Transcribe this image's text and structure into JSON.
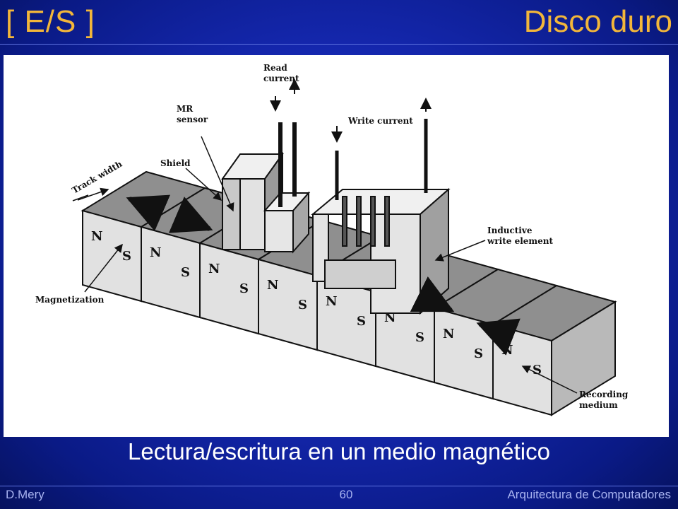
{
  "header": {
    "section": "[ E/S ]",
    "title": "Disco duro"
  },
  "diagram": {
    "labels": {
      "read_current": "Read current",
      "mr_sensor": "MR sensor",
      "shield": "Shield",
      "write_current": "Write current",
      "track_width": "Track width",
      "inductive_write_element": "Inductive write element",
      "magnetization": "Magnetization",
      "recording_medium": "Recording medium"
    },
    "pole_n": "N",
    "pole_s": "S"
  },
  "caption": "Lectura/escritura en un medio magnético",
  "footer": {
    "author": "D.Mery",
    "page": "60",
    "course": "Arquitectura de Computadores"
  }
}
